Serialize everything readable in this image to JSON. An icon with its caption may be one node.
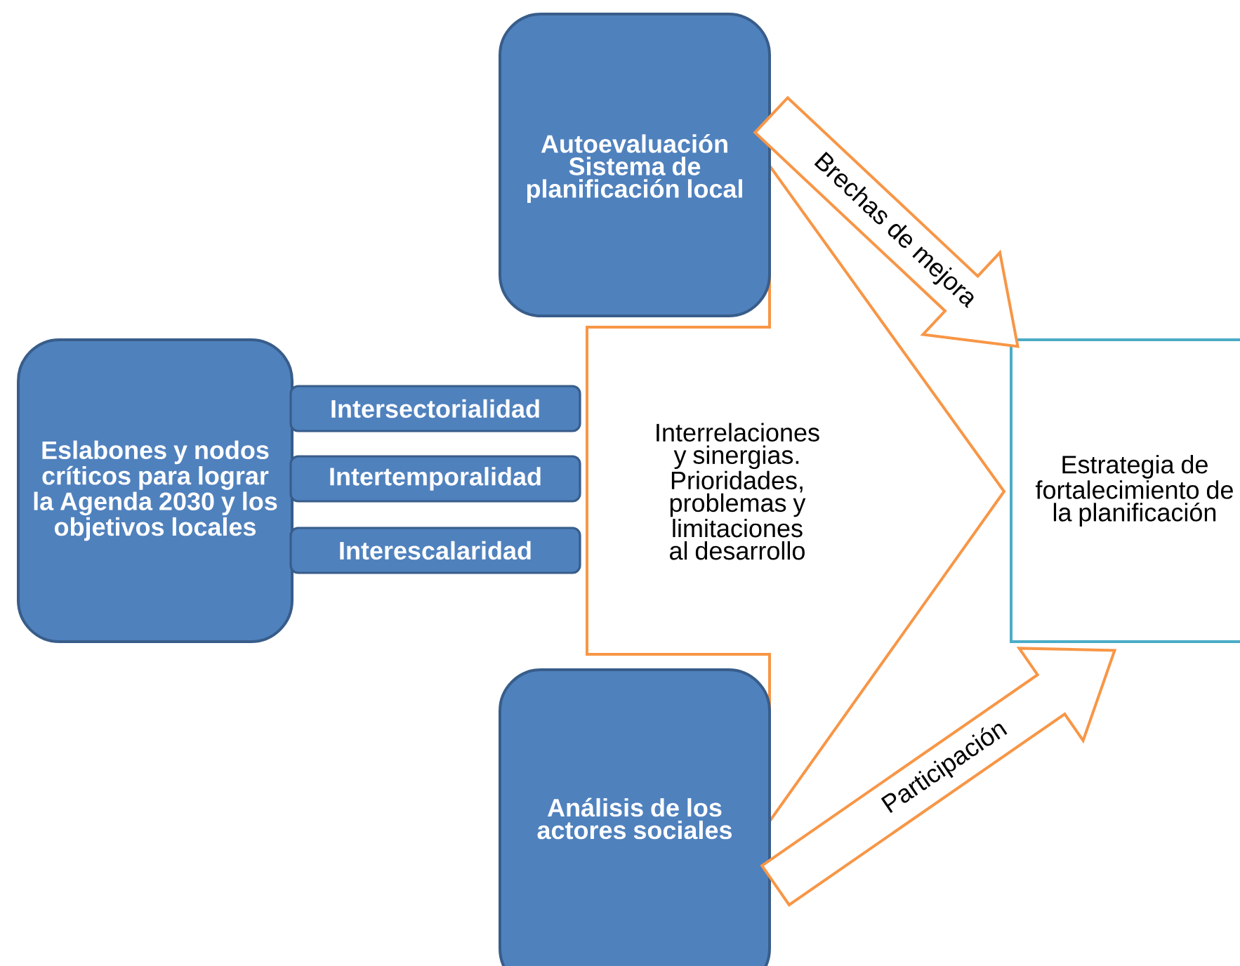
{
  "diagram": {
    "nodes": [
      {
        "text": [
          "Autoevaluación Sistema de planificación local"
        ]
      },
      {
        "text": [
          "Eslabones y nodos críticos para lograr la Agenda 2030 y los objetivos locales"
        ]
      },
      {
        "text": [
          "Intersectorialidad"
        ]
      },
      {
        "text": [
          "Intertemporalidad"
        ]
      },
      {
        "text": [
          "Interescalaridad"
        ]
      },
      {
        "text": [
          "Interrelaciones y sinergias. Prioridades, problemas y limitaciones al desarrollo"
        ]
      },
      {
        "text": [
          "Análisis de los actores sociales"
        ]
      },
      {
        "text": [
          "Estrategia de fortalecimiento de la planificación"
        ]
      }
    ],
    "edges": [
      {
        "from": 0,
        "to": 7,
        "arrow": "to",
        "label": "Brechas de mejora"
      },
      {
        "from": 6,
        "to": 7,
        "arrow": "to",
        "label": "Participación"
      }
    ]
  }
}
